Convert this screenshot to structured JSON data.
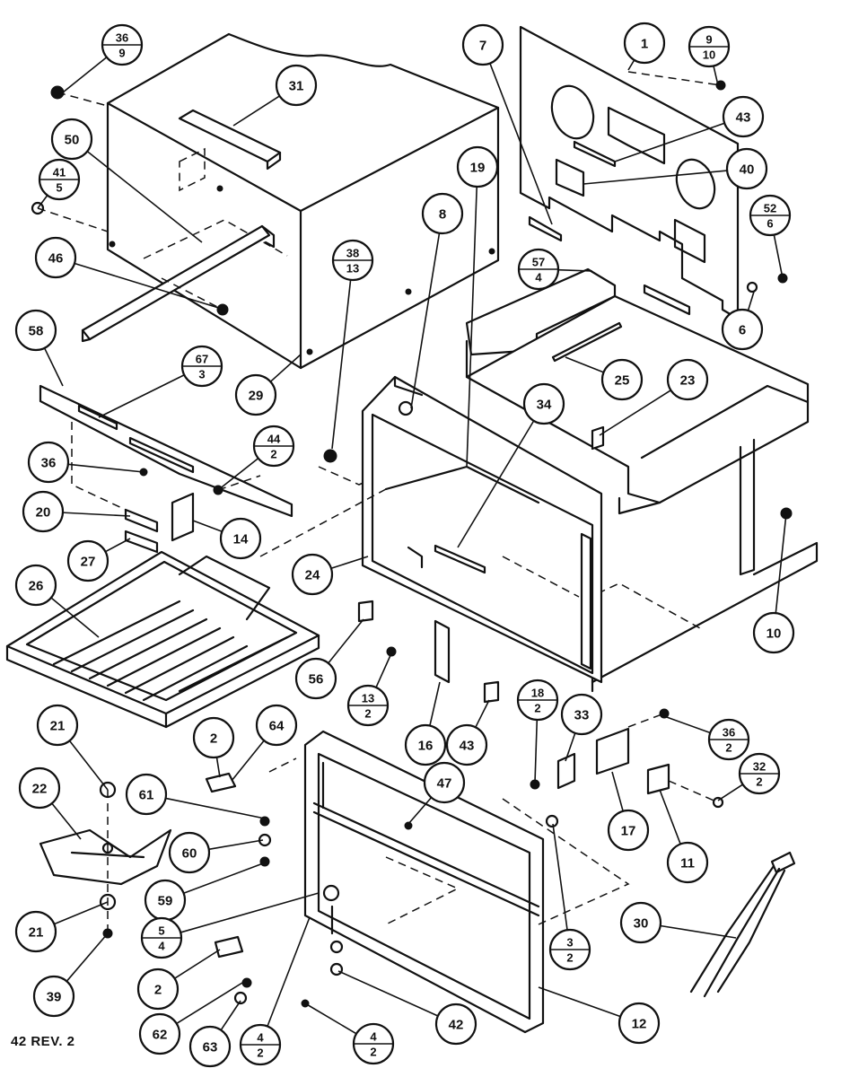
{
  "footer_note": "42 REV. 2",
  "callouts": [
    {
      "num": "36",
      "den": "9"
    },
    {
      "num": "31"
    },
    {
      "num": "50"
    },
    {
      "num": "41",
      "den": "5"
    },
    {
      "num": "46"
    },
    {
      "num": "7"
    },
    {
      "num": "1"
    },
    {
      "num": "9",
      "den": "10"
    },
    {
      "num": "43"
    },
    {
      "num": "40"
    },
    {
      "num": "52",
      "den": "6"
    },
    {
      "num": "6"
    },
    {
      "num": "19"
    },
    {
      "num": "8"
    },
    {
      "num": "38",
      "den": "13"
    },
    {
      "num": "57",
      "den": "4"
    },
    {
      "num": "25"
    },
    {
      "num": "23"
    },
    {
      "num": "29"
    },
    {
      "num": "58"
    },
    {
      "num": "67",
      "den": "3"
    },
    {
      "num": "34"
    },
    {
      "num": "36"
    },
    {
      "num": "44",
      "den": "2"
    },
    {
      "num": "20"
    },
    {
      "num": "14"
    },
    {
      "num": "27"
    },
    {
      "num": "26"
    },
    {
      "num": "24"
    },
    {
      "num": "10"
    },
    {
      "num": "56"
    },
    {
      "num": "13",
      "den": "2"
    },
    {
      "num": "16"
    },
    {
      "num": "43"
    },
    {
      "num": "18",
      "den": "2"
    },
    {
      "num": "33"
    },
    {
      "num": "36",
      "den": "2"
    },
    {
      "num": "21"
    },
    {
      "num": "2"
    },
    {
      "num": "64"
    },
    {
      "num": "17"
    },
    {
      "num": "32",
      "den": "2"
    },
    {
      "num": "22"
    },
    {
      "num": "61"
    },
    {
      "num": "47"
    },
    {
      "num": "11"
    },
    {
      "num": "60"
    },
    {
      "num": "59"
    },
    {
      "num": "30"
    },
    {
      "num": "21"
    },
    {
      "num": "5",
      "den": "4"
    },
    {
      "num": "3",
      "den": "2"
    },
    {
      "num": "2"
    },
    {
      "num": "39"
    },
    {
      "num": "12"
    },
    {
      "num": "62"
    },
    {
      "num": "63"
    },
    {
      "num": "4",
      "den": "2"
    },
    {
      "num": "4",
      "den": "2"
    },
    {
      "num": "42"
    }
  ]
}
